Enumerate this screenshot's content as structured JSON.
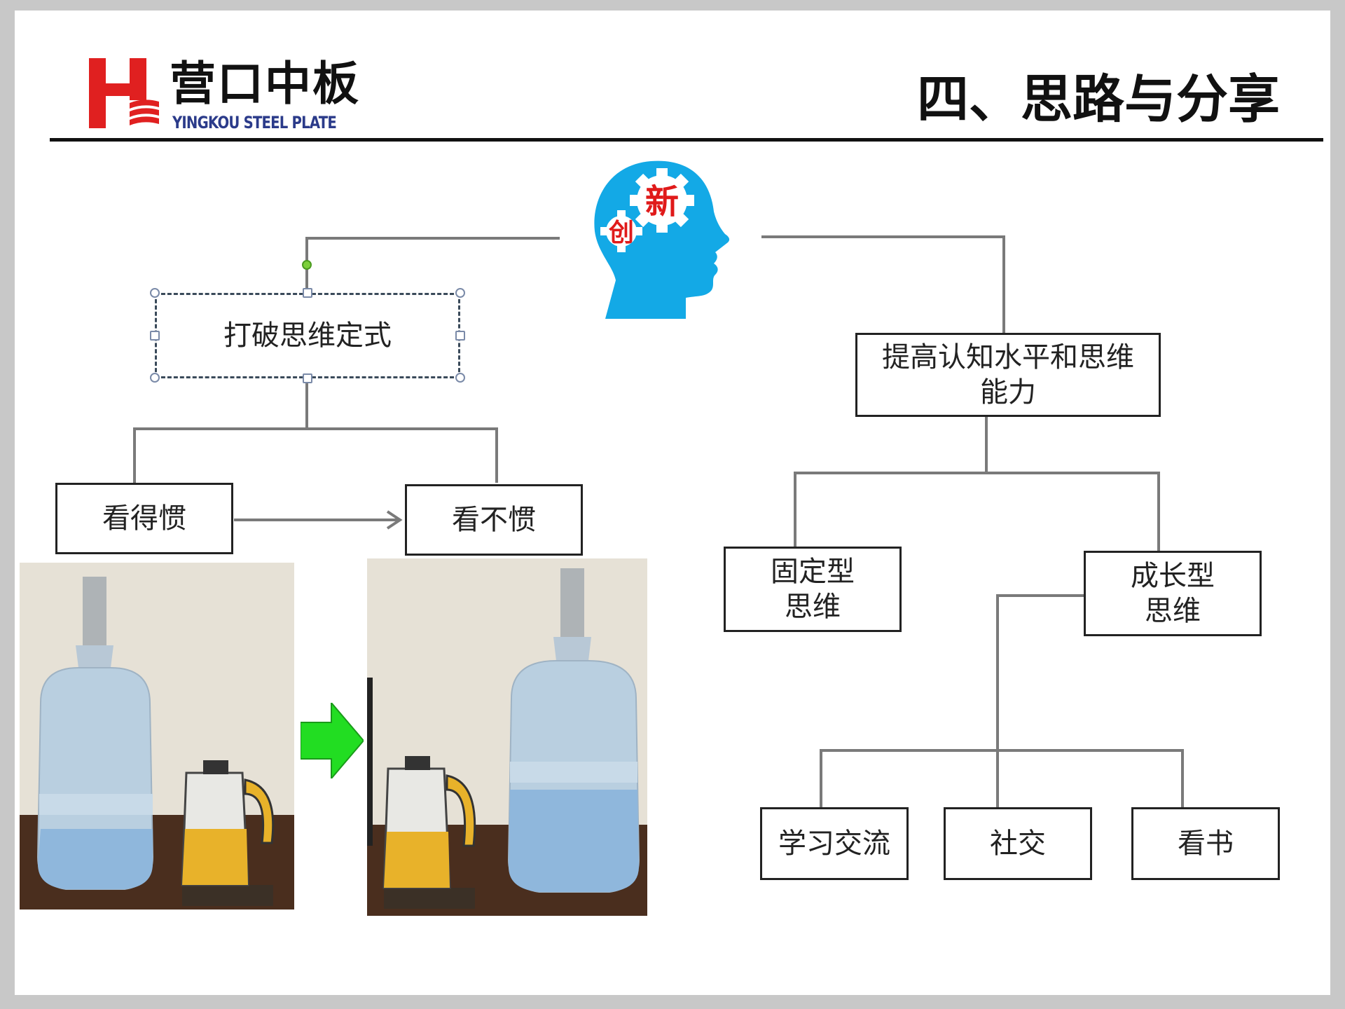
{
  "header": {
    "logo_cn": "营口中板",
    "logo_en": "YINGKOU STEEL PLATE",
    "title": "四、思路与分享",
    "colors": {
      "logo_red": "#e02020",
      "logo_blue": "#2b3b8a"
    }
  },
  "center_icon": {
    "icon": "head-profile-icon",
    "chars": [
      "创",
      "新"
    ],
    "colors": {
      "head": "#13a9e6",
      "text": "#e01a1a"
    }
  },
  "left_branch": {
    "root": "打破思维定式",
    "children": [
      "看得惯",
      "看不惯"
    ]
  },
  "right_branch": {
    "root": "提高认知水平和思维能力",
    "children": [
      "固定型思维",
      "成长型思维"
    ],
    "growth_children": [
      "学习交流",
      "社交",
      "看书"
    ]
  },
  "photos": [
    {
      "name": "water-bottle-dispenser-photo"
    },
    {
      "name": "water-bottle-dispenser-photo"
    }
  ],
  "arrow": {
    "icon": "green-right-arrow-icon",
    "color": "#22dd22"
  }
}
